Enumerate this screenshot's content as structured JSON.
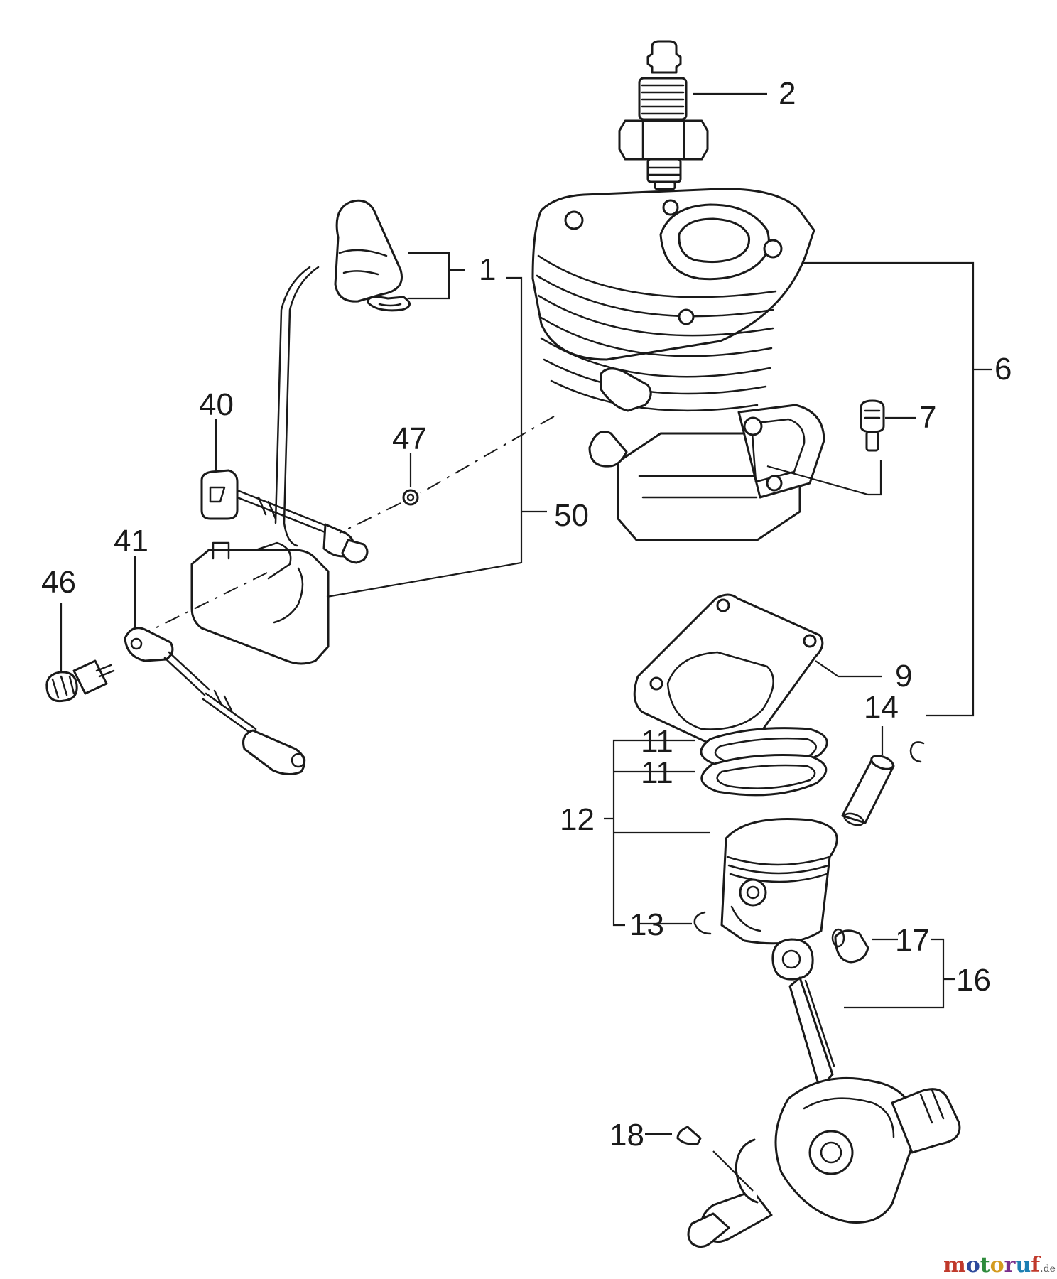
{
  "callouts": [
    "1",
    "2",
    "6",
    "7",
    "9",
    "11",
    "11",
    "12",
    "13",
    "14",
    "16",
    "17",
    "18",
    "40",
    "41",
    "46",
    "47",
    "50"
  ],
  "watermark": {
    "name": "motoruf",
    "tld": ".de",
    "colors": [
      "#c0392b",
      "#2e4a9c",
      "#2e8b3c",
      "#d49b1f",
      "#7a2e8b",
      "#1d7fb3",
      "#c0392b"
    ]
  },
  "parts": [
    "spark-plug",
    "ignition-coil",
    "cylinder",
    "bolt",
    "cylinder-gasket",
    "piston-ring",
    "piston",
    "circlip",
    "piston-pin",
    "connecting-rod",
    "needle-bearing",
    "crankshaft",
    "woodruff-key",
    "terminal-wire",
    "ground-wire",
    "screw",
    "washer"
  ]
}
